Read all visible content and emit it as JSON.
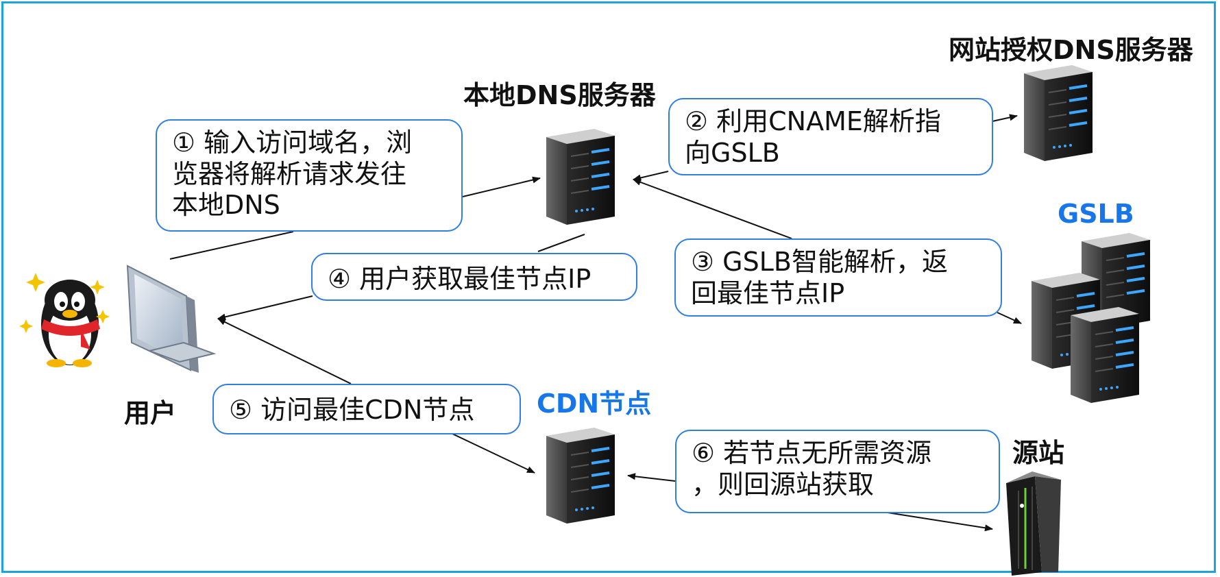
{
  "labels": {
    "local_dns": "本地DNS服务器",
    "auth_dns": "网站授权DNS服务器",
    "gslb": "GSLB",
    "user": "用户",
    "cdn_node": "CDN节点",
    "origin": "源站"
  },
  "steps": [
    {
      "id": 1,
      "text": "① 输入访问域名，浏\n览器将解析请求发往\n本地DNS"
    },
    {
      "id": 2,
      "text": "② 利用CNAME解析指\n向GSLB"
    },
    {
      "id": 3,
      "text": "③ GSLB智能解析，返\n回最佳节点IP"
    },
    {
      "id": 4,
      "text": "④ 用户获取最佳节点IP"
    },
    {
      "id": 5,
      "text": "⑤ 访问最佳CDN节点"
    },
    {
      "id": 6,
      "text": "⑥ 若节点无所需资源\n，则回源站获取"
    }
  ],
  "colors": {
    "frame": "#1aa3df",
    "bubble_border": "#2f7fe0",
    "accent_label": "#1877e8",
    "server_led": "#3da6ff",
    "origin_led": "#6fcf3a"
  },
  "icons": {
    "user": "penguin-mascot-icon",
    "computer": "monitor-icon",
    "server": "rack-server-icon",
    "origin": "origin-server-rack-icon"
  }
}
